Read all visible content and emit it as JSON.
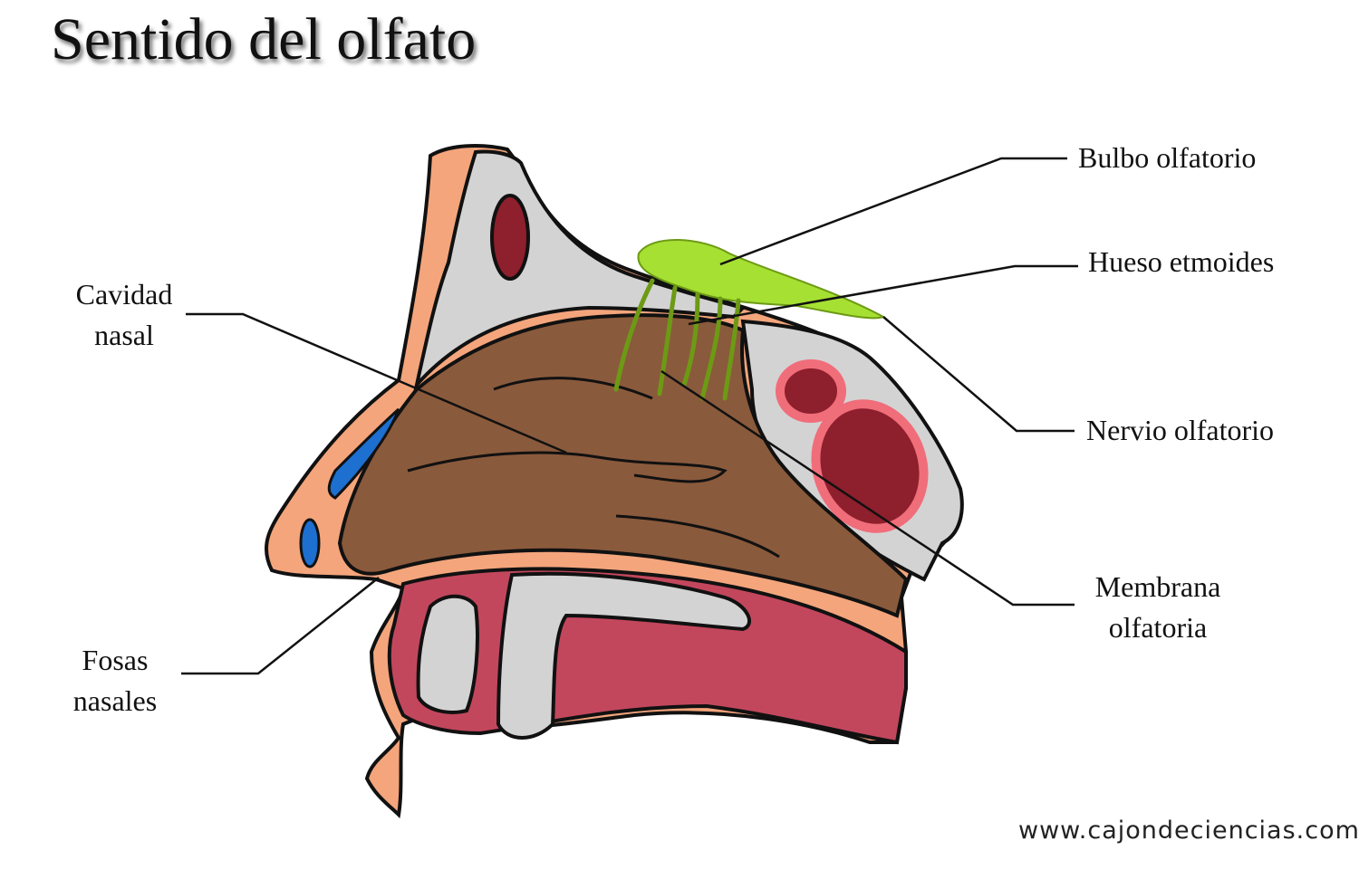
{
  "title": "Sentido del olfato",
  "labels": {
    "bulbo": "Bulbo olfatorio",
    "hueso": "Hueso etmoides",
    "nervio": "Nervio olfatorio",
    "membrana": [
      "Membrana",
      "olfatoria"
    ],
    "cavidad": [
      "Cavidad",
      "nasal"
    ],
    "fosas": [
      "Fosas",
      "nasales"
    ]
  },
  "watermark": "www.cajondeciencias.com",
  "colors": {
    "skin": "#f4a57c",
    "bone": "#d3d3d3",
    "cavity": "#8a5a3c",
    "tissue": "#c2475d",
    "sinus": "#8e1f2c",
    "nerve": "#a6e033",
    "vessel": "#1d6fd0"
  }
}
